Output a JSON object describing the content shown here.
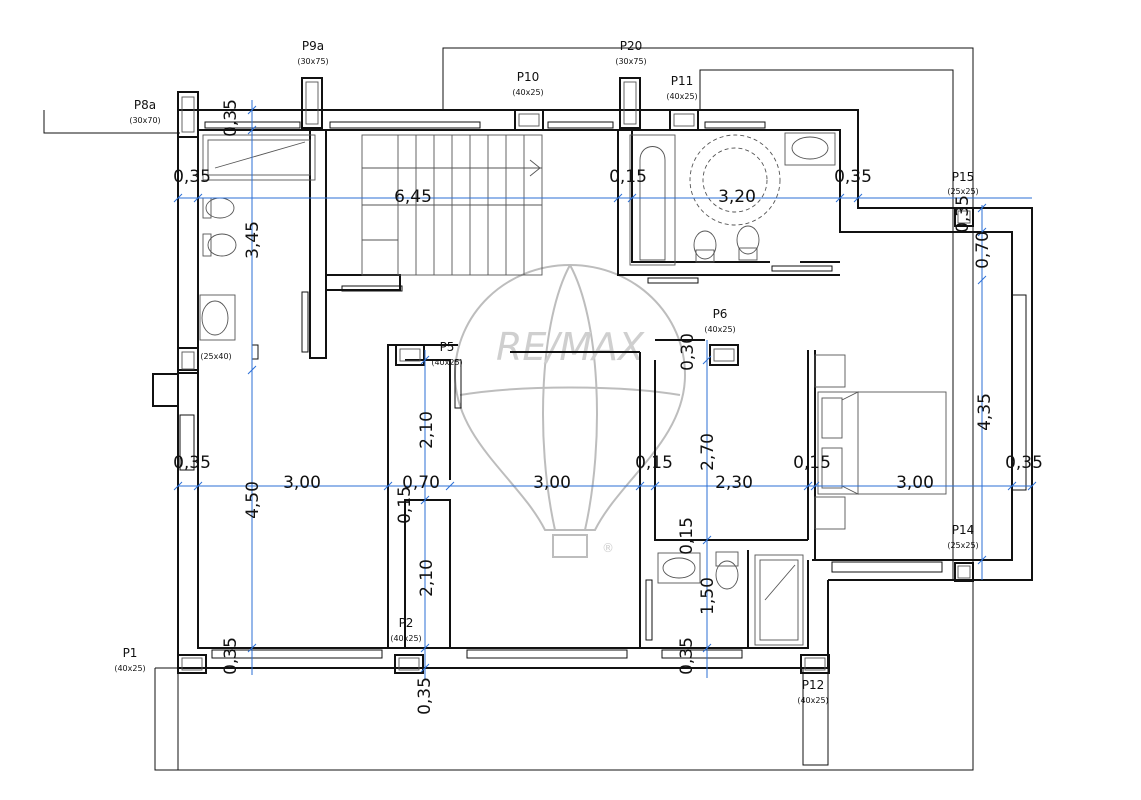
{
  "watermark": {
    "text": "RE/MAX",
    "mark": "®"
  },
  "pillars": [
    {
      "id": "P1",
      "size": "(40x25)"
    },
    {
      "id": "P2",
      "size": "(40x25)"
    },
    {
      "id": "P5",
      "size": "(40x25)"
    },
    {
      "id": "P6",
      "size": "(40x25)"
    },
    {
      "id": "P8a",
      "size": "(30x70)"
    },
    {
      "id": "P9a",
      "size": "(30x75)"
    },
    {
      "id": "P10",
      "size": "(40x25)"
    },
    {
      "id": "P11",
      "size": "(40x25)"
    },
    {
      "id": "P12",
      "size": "(40x25)"
    },
    {
      "id": "P14",
      "size": "(25x25)"
    },
    {
      "id": "P15",
      "size": "(25x25)"
    },
    {
      "id": "P20",
      "size": "(30x75)"
    }
  ],
  "extra_labels": [
    "(25x40)"
  ],
  "dimensions": {
    "top_row": [
      "0,35",
      "6,45",
      "0,15",
      "3,20",
      "0,35"
    ],
    "mid_row": [
      "0,35",
      "3,00",
      "0,70",
      "3,00",
      "0,15",
      "2,30",
      "0,15",
      "3,00",
      "0,35"
    ],
    "left_col": [
      "0,35",
      "3,45",
      "4,50",
      "0,35"
    ],
    "center_col": [
      "2,10",
      "0,15",
      "2,10",
      "0,35"
    ],
    "right_center_col": [
      "0,30",
      "2,70",
      "0,15",
      "1,50",
      "0,35"
    ],
    "right_col": [
      "0,35",
      "0,70",
      "4,35"
    ]
  }
}
